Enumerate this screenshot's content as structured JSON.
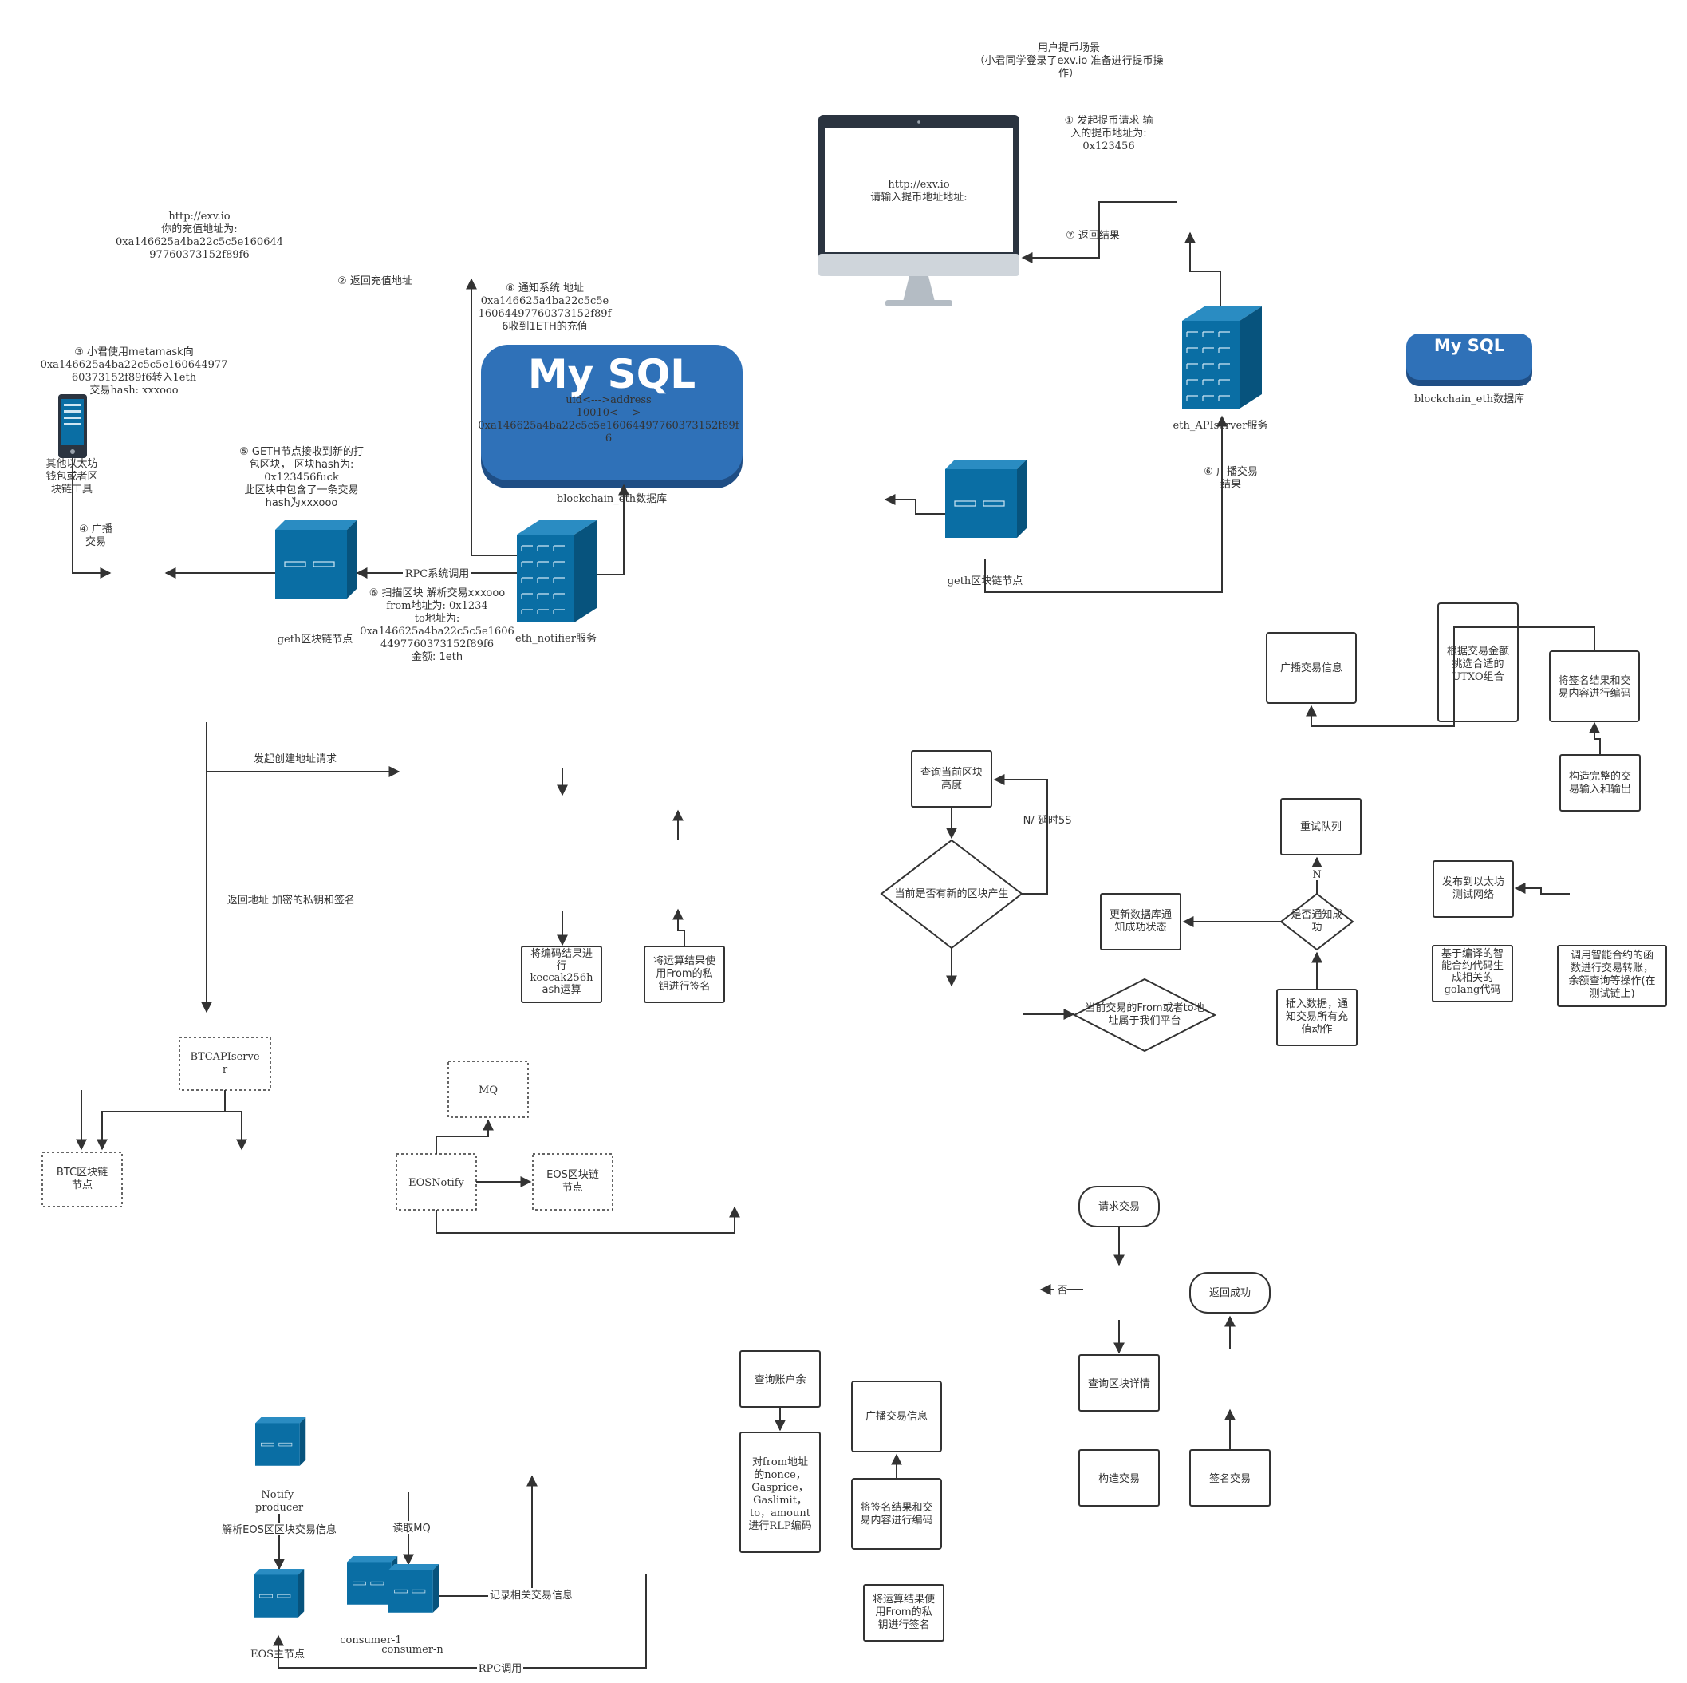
{
  "colors": {
    "server": "#0a6ea4",
    "mysql": "#2f71b8",
    "line": "#333333",
    "monitor_frame": "#2b3440"
  },
  "icons": [
    "mysql-logo-icon",
    "server-icon",
    "monitor-icon",
    "phone-icon",
    "arrow-icon"
  ],
  "top": {
    "scene_title": "用户提币场景",
    "scene_sub": "（小君同学登录了exv.io 准备进行提币操",
    "scene_sub2": "作）",
    "monitor_l1": "http://exv.io",
    "monitor_l2": "请输入提币地址地址:",
    "step1_l1": "① 发起提币请求 输",
    "step1_l2": "入的提币地址为:",
    "step1_l3": "0x123456",
    "step7": "⑦ 返回结果",
    "api_server": "eth_APIserver服务",
    "mysql_logo": "My SQL",
    "mysql_small_label": "blockchain_eth数据库",
    "step6b_l1": "⑥ 广播交易",
    "step6b_l2": "结果",
    "geth_right": "geth区块链节点",
    "deposit_l1": "http://exv.io",
    "deposit_l2": "你的充值地址为:",
    "deposit_l3": "0xa146625a4ba22c5c5e160644",
    "deposit_l4": "97760373152f89f6",
    "step2": "② 返回充值地址",
    "step8_l1": "⑧ 通知系统 地址",
    "step8_l2": "0xa146625a4ba22c5c5e",
    "step8_l3": "16064497760373152f89f",
    "step8_l4": "6收到1ETH的充值",
    "mysql_big_l1": "uid<--->address",
    "mysql_big_l2": "10010<---->",
    "mysql_big_l3": "0xa146625a4ba22c5c5e16064497760373152f89f",
    "mysql_big_l4": "6",
    "mysql_big_label": "blockchain_eth数据库",
    "step3_l1": "③ 小君使用metamask向",
    "step3_l2": "0xa146625a4ba22c5c5e160644977",
    "step3_l3": "60373152f89f6转入1eth",
    "step3_l4": "交易hash: xxxooo",
    "wallet_l1": "其他以太坊",
    "wallet_l2": "钱包或者区",
    "wallet_l3": "块链工具",
    "step4_l1": "④ 广播",
    "step4_l2": "交易",
    "step5_l1": "⑤ GETH节点接收到新的打",
    "step5_l2": "包区块， 区块hash为:",
    "step5_l3": "0x123456fuck",
    "step5_l4": "此区块中包含了一条交易",
    "step5_l5": "hash为xxxooo",
    "geth_left": "geth区块链节点",
    "rpc_call": "RPC系统调用",
    "notifier": "eth_notifier服务",
    "step6_l1": "⑥ 扫描区块 解析交易xxxooo",
    "step6_l2": "from地址为: 0x1234",
    "step6_l3": "to地址为:",
    "step6_l4": "0xa146625a4ba22c5c5e1606",
    "step6_l5": "4497760373152f89f6",
    "step6_l6": "金额: 1eth"
  },
  "mid": {
    "create_req": "发起创建地址请求",
    "return_addr": "返回地址 加密的私钥和签名",
    "keccak_l1": "将编码结果进",
    "keccak_l2": "行",
    "keccak_l3": "keccak256h",
    "keccak_l4": "ash运算",
    "sign_l1": "将运算结果使",
    "sign_l2": "用From的私",
    "sign_l3": "钥进行签名",
    "btc_api_l1": "BTCAPIserve",
    "btc_api_l2": "r",
    "btc_node_l1": "BTC区块链",
    "btc_node_l2": "节点",
    "mq": "MQ",
    "eos_notify": "EOSNotify",
    "eos_node_l1": "EOS区块链",
    "eos_node_l2": "节点",
    "query_height_l1": "查询当前区块",
    "query_height_l2": "高度",
    "no_delay": "N/ 延时5S",
    "new_block": "当前是否有新的区块产生",
    "own_platform_l1": "当前交易的From或者to地",
    "own_platform_l2": "址属于我们平台",
    "update_db_l1": "更新数据库通",
    "update_db_l2": "知成功状态",
    "notify_ok_l1": "是否通知成",
    "notify_ok_l2": "功",
    "retry": "重试队列",
    "n": "N",
    "insert_l1": "插入数据，通",
    "insert_l2": "知交易所有充",
    "insert_l3": "值动作",
    "broadcast_r": "广播交易信息",
    "utxo_l1": "根据交易金额",
    "utxo_l2": "挑选合适的",
    "utxo_l3": "UTXO组合",
    "encode_r_l1": "将签名结果和交",
    "encode_r_l2": "易内容进行编码",
    "construct_l1": "构造完整的交",
    "construct_l2": "易输入和输出",
    "publish_l1": "发布到以太坊",
    "publish_l2": "测试网络",
    "golang_l1": "基于编译的智",
    "golang_l2": "能合约代码生",
    "golang_l3": "成相关的",
    "golang_l4": "golang代码",
    "contract_l1": "调用智能合约的函",
    "contract_l2": "数进行交易转账，",
    "contract_l3": "余额查询等操作(在",
    "contract_l4": "测试链上)"
  },
  "bottom": {
    "request_tx": "请求交易",
    "no": "否",
    "return_ok": "返回成功",
    "query_block": "查询区块详情",
    "build_tx": "构造交易",
    "sign_tx": "签名交易",
    "query_balance": "查询账户余",
    "rlp_l1": "对from地址",
    "rlp_l2": "的nonce，",
    "rlp_l3": "Gasprice，",
    "rlp_l4": "Gaslimit，",
    "rlp_l5": "to，amount",
    "rlp_l6": "进行RLP编码",
    "broadcast_b": "广播交易信息",
    "encode_b_l1": "将签名结果和交",
    "encode_b_l2": "易内容进行编码",
    "sign_b_l1": "将运算结果使",
    "sign_b_l2": "用From的私",
    "sign_b_l3": "钥进行签名",
    "producer_l1": "Notify-",
    "producer_l2": "producer",
    "parse_eos": "解析EOS区区块交易信息",
    "eos_main": "EOS主节点",
    "read_mq": "读取MQ",
    "consumer1": "consumer-1",
    "consumern": "consumer-n",
    "record": "记录相关交易信息",
    "rpc_b": "RPC调用"
  }
}
